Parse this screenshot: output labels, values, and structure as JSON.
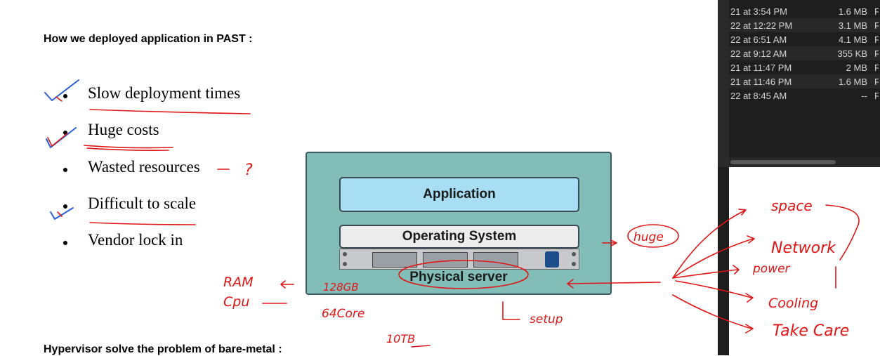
{
  "document": {
    "heading_past": "How we deployed application in PAST :",
    "heading_hypervisor": "Hypervisor solve the problem of bare-metal :",
    "bullets": [
      {
        "label": "Slow deployment times"
      },
      {
        "label": "Huge costs"
      },
      {
        "label": "Wasted resources"
      },
      {
        "label": "Difficult to scale"
      },
      {
        "label": "Vendor  lock  in"
      }
    ]
  },
  "diagram": {
    "application_label": "Application",
    "os_label": "Operating System",
    "server_label": "Physical server"
  },
  "annotations": {
    "question_mark": "?",
    "huge": "huge",
    "ram": "RAM",
    "cpu": "Cpu",
    "ram_value": "128GB",
    "cpu_value": "64Core",
    "disk_value": "10TB",
    "setup": "setup",
    "space": "space",
    "network": "Network",
    "power": "power",
    "cooling": "Cooling",
    "take_care": "Take Care",
    "colors": {
      "ink": "#e01515",
      "check": "#2a5fd8"
    }
  },
  "finder": {
    "rows": [
      {
        "date": "21 at 3:54 PM",
        "size": "1.6 MB",
        "kind": "F"
      },
      {
        "date": "22 at 12:22 PM",
        "size": "3.1 MB",
        "kind": "F"
      },
      {
        "date": "22 at 6:51 AM",
        "size": "4.1 MB",
        "kind": "F"
      },
      {
        "date": "22 at 9:12 AM",
        "size": "355 KB",
        "kind": "F"
      },
      {
        "date": "21 at 11:47 PM",
        "size": "2 MB",
        "kind": "F"
      },
      {
        "date": "21 at 11:46 PM",
        "size": "1.6 MB",
        "kind": "F"
      },
      {
        "date": "22 at 8:45 AM",
        "size": "--",
        "kind": "F"
      }
    ]
  }
}
